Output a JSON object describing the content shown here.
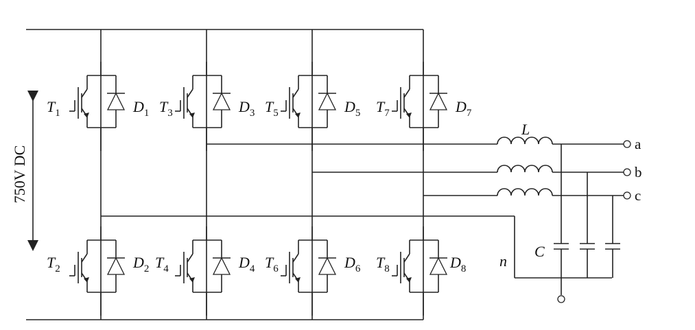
{
  "voltage_label": "750V DC",
  "switches": {
    "top": [
      {
        "t_main": "T",
        "t_sub": "1",
        "d_main": "D",
        "d_sub": "1"
      },
      {
        "t_main": "T",
        "t_sub": "3",
        "d_main": "D",
        "d_sub": "3"
      },
      {
        "t_main": "T",
        "t_sub": "5",
        "d_main": "D",
        "d_sub": "5"
      },
      {
        "t_main": "T",
        "t_sub": "7",
        "d_main": "D",
        "d_sub": "7"
      }
    ],
    "bottom": [
      {
        "t_main": "T",
        "t_sub": "2",
        "d_main": "D",
        "d_sub": "2"
      },
      {
        "t_main": "T",
        "t_sub": "4",
        "d_main": "D",
        "d_sub": "4"
      },
      {
        "t_main": "T",
        "t_sub": "6",
        "d_main": "D",
        "d_sub": "6"
      },
      {
        "t_main": "T",
        "t_sub": "8",
        "d_main": "D",
        "d_sub": "8"
      }
    ]
  },
  "inductor_label": "L",
  "capacitor_label": "C",
  "neutral_label": "n",
  "terminals": [
    "a",
    "b",
    "c"
  ],
  "colors": {
    "line": "#222222",
    "background": "#ffffff"
  }
}
